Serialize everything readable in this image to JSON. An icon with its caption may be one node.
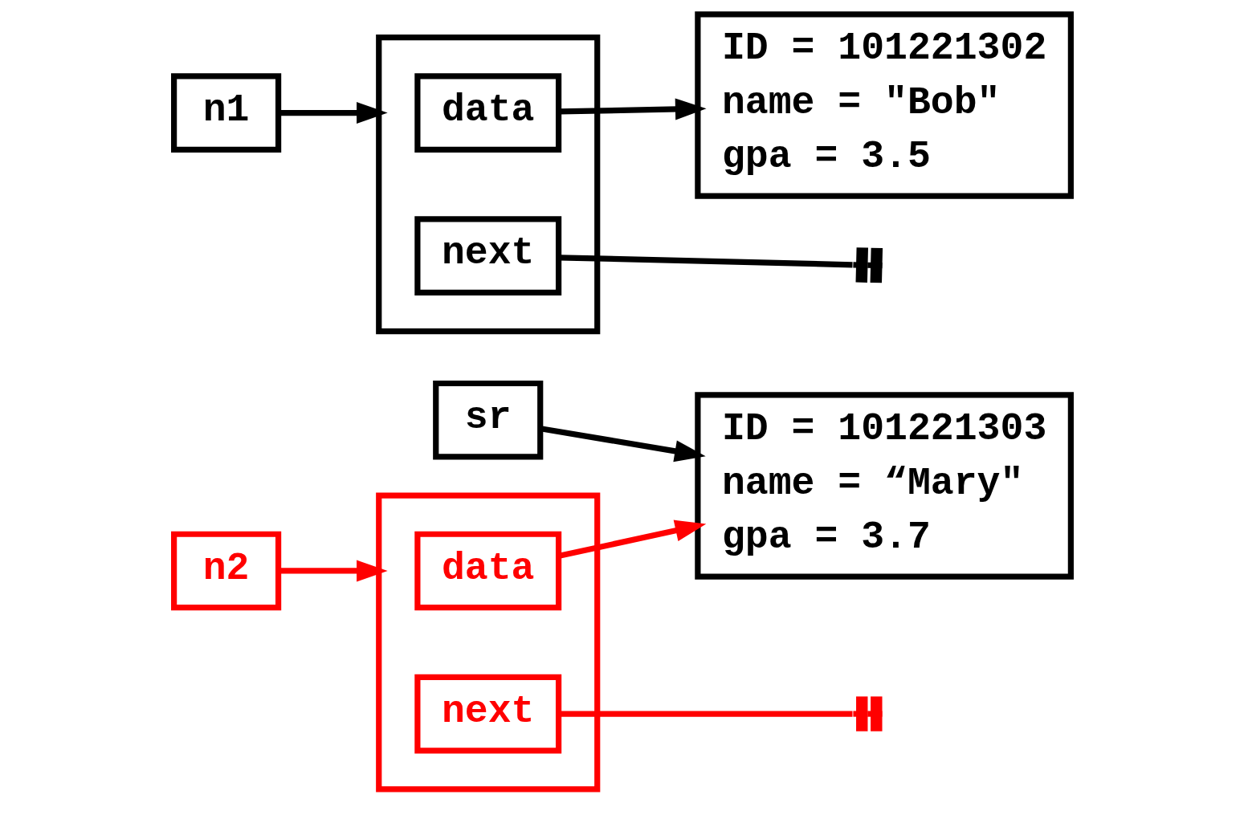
{
  "diagram": {
    "nodes": [
      {
        "text": [
          "sr"
        ]
      },
      {
        "text": [
          "ID = 101221302",
          "name = \"Bob\"",
          "gpa = 3.5"
        ]
      },
      {
        "text": [
          "ID = 101221303",
          "name = “Mary\"",
          "gpa = 3.7"
        ]
      },
      {
        "text": [
          "n1"
        ]
      },
      {
        "text": [],
        "shape": "box"
      },
      {
        "text": [
          "data"
        ],
        "in": 4
      },
      {
        "text": [
          "next"
        ],
        "in": 4
      },
      {
        "text": [
          "n2"
        ]
      },
      {
        "text": [],
        "shape": "box"
      },
      {
        "text": [
          "data"
        ],
        "in": 8
      },
      {
        "text": [
          "next"
        ],
        "in": 8
      }
    ],
    "edges": [
      {
        "from": 0,
        "to": 2,
        "arrow": "to"
      },
      {
        "from": 5,
        "to": 1,
        "arrow": "to"
      },
      {
        "from": 3,
        "to": 4,
        "arrow": "to"
      },
      {
        "from": 6,
        "to": null,
        "arrow": "other"
      },
      {
        "from": 7,
        "to": 8,
        "arrow": "to",
        "color": "#ff0000"
      },
      {
        "from": 9,
        "to": 2,
        "arrow": "to",
        "color": "#ff0000"
      },
      {
        "from": 10,
        "to": null,
        "arrow": "other",
        "color": "#ff0000"
      }
    ]
  }
}
